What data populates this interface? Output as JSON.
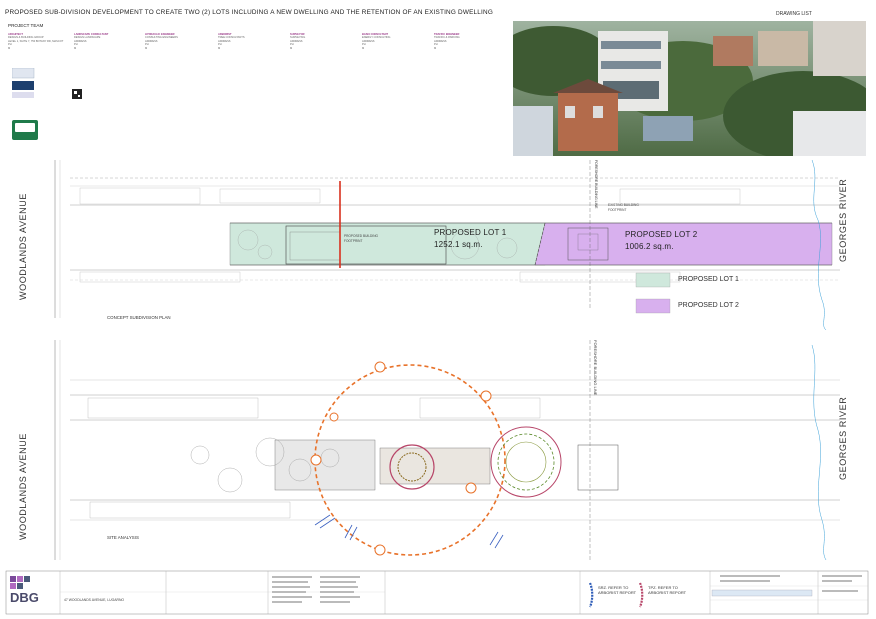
{
  "header": {
    "title": "PROPOSED SUB-DIVISION DEVELOPMENT TO CREATE TWO (2) LOTS INCLUDING A NEW DWELLING  AND THE RETENTION OF AN EXISTING DWELLING",
    "drawing_list": "DRAWING LIST",
    "project_team": "PROJECT TEAM"
  },
  "team_columns": [
    {
      "heading": "ARCHITECT",
      "lines": [
        "DESIGN & BUILDING GROUP",
        "LEVEL 1, SUITE 7, 750 BOTANY RD, MASCOT",
        "PH",
        "M"
      ]
    },
    {
      "heading": "LANDSCAPE CONSULTANT",
      "lines": [
        "DESIGN LANDSCAPE",
        "ADDRESS",
        "PH",
        "M"
      ]
    },
    {
      "heading": "HYDRAULIC ENGINEER",
      "lines": [
        "CONSULTING ENGINEERS",
        "ADDRESS",
        "PH",
        "M"
      ]
    },
    {
      "heading": "ARBORIST",
      "lines": [
        "TREE CONSULTANTS",
        "ADDRESS",
        "PH",
        "M"
      ]
    },
    {
      "heading": "SURVEYOR",
      "lines": [
        "SURVEYING",
        "ADDRESS",
        "PH",
        "M"
      ]
    },
    {
      "heading": "BASIX CONSULTANT",
      "lines": [
        "ENERGY CONSULTING",
        "ADDRESS",
        "PH",
        "M"
      ]
    },
    {
      "heading": "TRAFFIC ENGINEER",
      "lines": [
        "TRAFFIC & PARKING",
        "ADDRESS",
        "PH",
        "M"
      ]
    }
  ],
  "plan": {
    "street": "WOODLANDS AVENUE",
    "river": "GEORGES RIVER",
    "lot1_label": "PROPOSED LOT 1",
    "lot1_area": "1252.1 sq.m.",
    "lot2_label": "PROPOSED LOT 2",
    "lot2_area": "1006.2 sq.m.",
    "proposed_building_footprint": "PROPOSED BUILDING FOOTPRINT",
    "existing_building_footprint": "EXISTING BUILDING FOOTPRINT",
    "foreshore_building_line": "FORESHORE BUILDING LINE",
    "concept_title": "CONCEPT SUBDIVISION PLAN",
    "site_analysis_title": "SITE ANALYSIS"
  },
  "legend": {
    "lot1": "PROPOSED LOT 1",
    "lot2": "PROPOSED LOT 2",
    "lot1_color": "#cfe8dc",
    "lot2_color": "#d8b0ee"
  },
  "site_legend": {
    "srz": "SRZ. REFER TO ARBORIST REPORT",
    "tpz": "TPZ. REFER TO ARBORIST REPORT"
  },
  "titleblock": {
    "logo": "DBG",
    "address": "47 WOODLANDS AVENUE, LUGARNO"
  },
  "colors": {
    "tpz_orange": "#e8722a",
    "lot1_fill": "#cfe8dc",
    "lot2_fill": "#d8b0ee",
    "red_line": "#d9301e",
    "river_blue": "#3aa0d8"
  }
}
